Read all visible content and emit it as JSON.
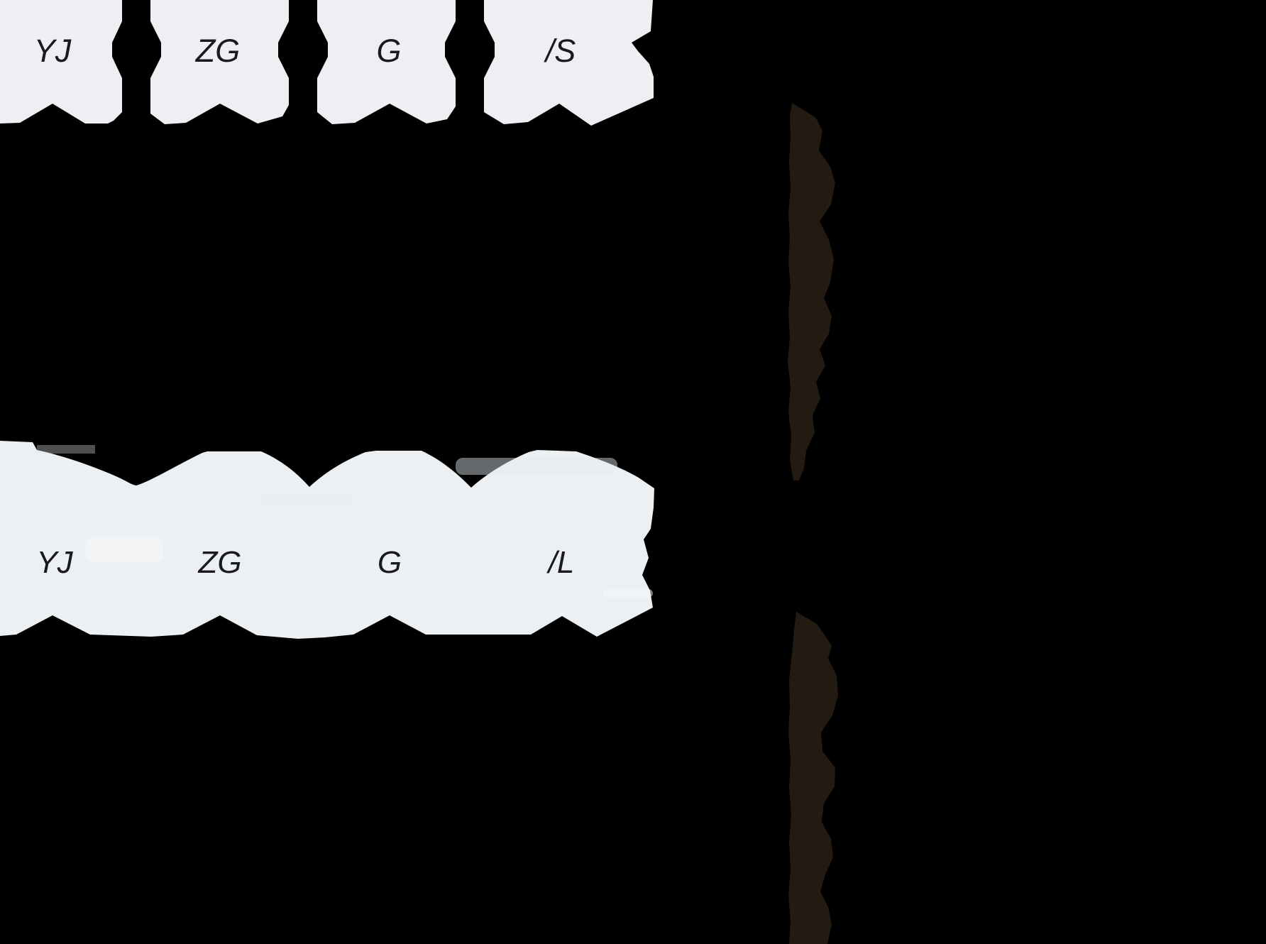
{
  "figure": {
    "top_callouts": [
      {
        "label": "YJ"
      },
      {
        "label": "ZG"
      },
      {
        "label": "G"
      },
      {
        "label": "/S"
      }
    ],
    "middle_callouts": [
      {
        "label": "YJ"
      },
      {
        "label": "ZG"
      },
      {
        "label": "G"
      },
      {
        "label": "/L"
      }
    ],
    "colors": {
      "background": "#000000",
      "paper": "#edeff2",
      "band_paper": "#edf0f2",
      "strip": "#231a11",
      "text": "#1a1a1c"
    }
  }
}
